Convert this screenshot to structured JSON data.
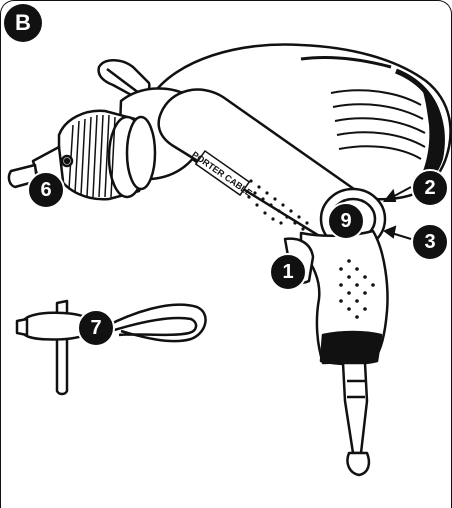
{
  "figure": {
    "panel_label": "B",
    "brand_logo_text": "PORTER CABLE"
  },
  "callouts": {
    "c1": "1",
    "c2": "2",
    "c3": "3",
    "c6": "6",
    "c7": "7",
    "c9": "9"
  },
  "colors": {
    "ink": "#111111",
    "paper": "#ffffff",
    "shade": "#cfcfcf"
  }
}
